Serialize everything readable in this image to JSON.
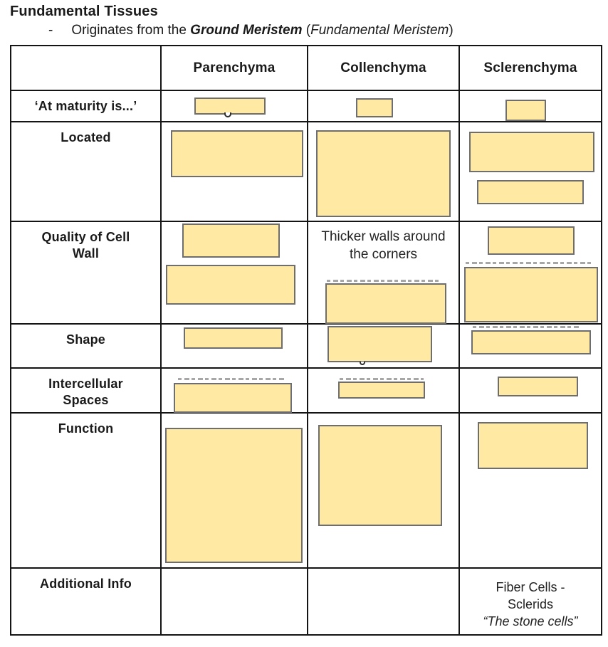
{
  "document": {
    "title": "Fundamental Tissues",
    "bullet": {
      "marker": "-",
      "text_prefix": "Originates from the ",
      "text_bold_italic": "Ground Meristem",
      "text_mid": " (",
      "text_italic": "Fundamental Meristem",
      "text_suffix": ")"
    }
  },
  "colors": {
    "highlight_fill": "#FFE9A3",
    "highlight_border": "#6E6E6E",
    "table_border": "#141414"
  },
  "table": {
    "column_headers": [
      "",
      "Parenchyma",
      "Collenchyma",
      "Sclerenchyma"
    ],
    "row_labels": [
      "‘At maturity is...’",
      "Located",
      "Quality of Cell Wall",
      "Shape",
      "Intercellular Spaces",
      "Function",
      "Additional Info"
    ],
    "visible_cell_text": {
      "quality_collenchyma": "Thicker walls around the corners",
      "additional_sclerenchyma_line1": "Fiber Cells -",
      "additional_sclerenchyma_line2": "Sclerids",
      "additional_sclerenchyma_line3": "“The stone cells”"
    }
  }
}
